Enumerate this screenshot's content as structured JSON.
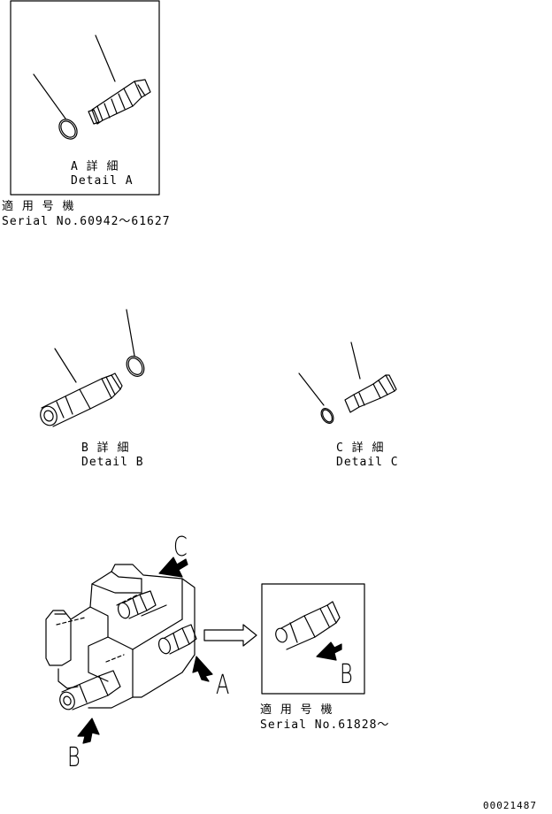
{
  "detail_a": {
    "label_jp": "A 詳 細",
    "label_en": "Detail A",
    "applicable_jp": "適 用 号 機",
    "serial": "Serial No.60942～61627"
  },
  "detail_b": {
    "label_jp": "B 詳 細",
    "label_en": "Detail B"
  },
  "detail_c": {
    "label_jp": "C 詳 細",
    "label_en": "Detail C"
  },
  "main_view": {
    "callout_c": "C",
    "callout_a": "A",
    "callout_b": "B"
  },
  "inset_b": {
    "callout": "B",
    "applicable_jp": "適 用 号 機",
    "serial": "Serial No.61828～"
  },
  "drawing_number": "00021487"
}
